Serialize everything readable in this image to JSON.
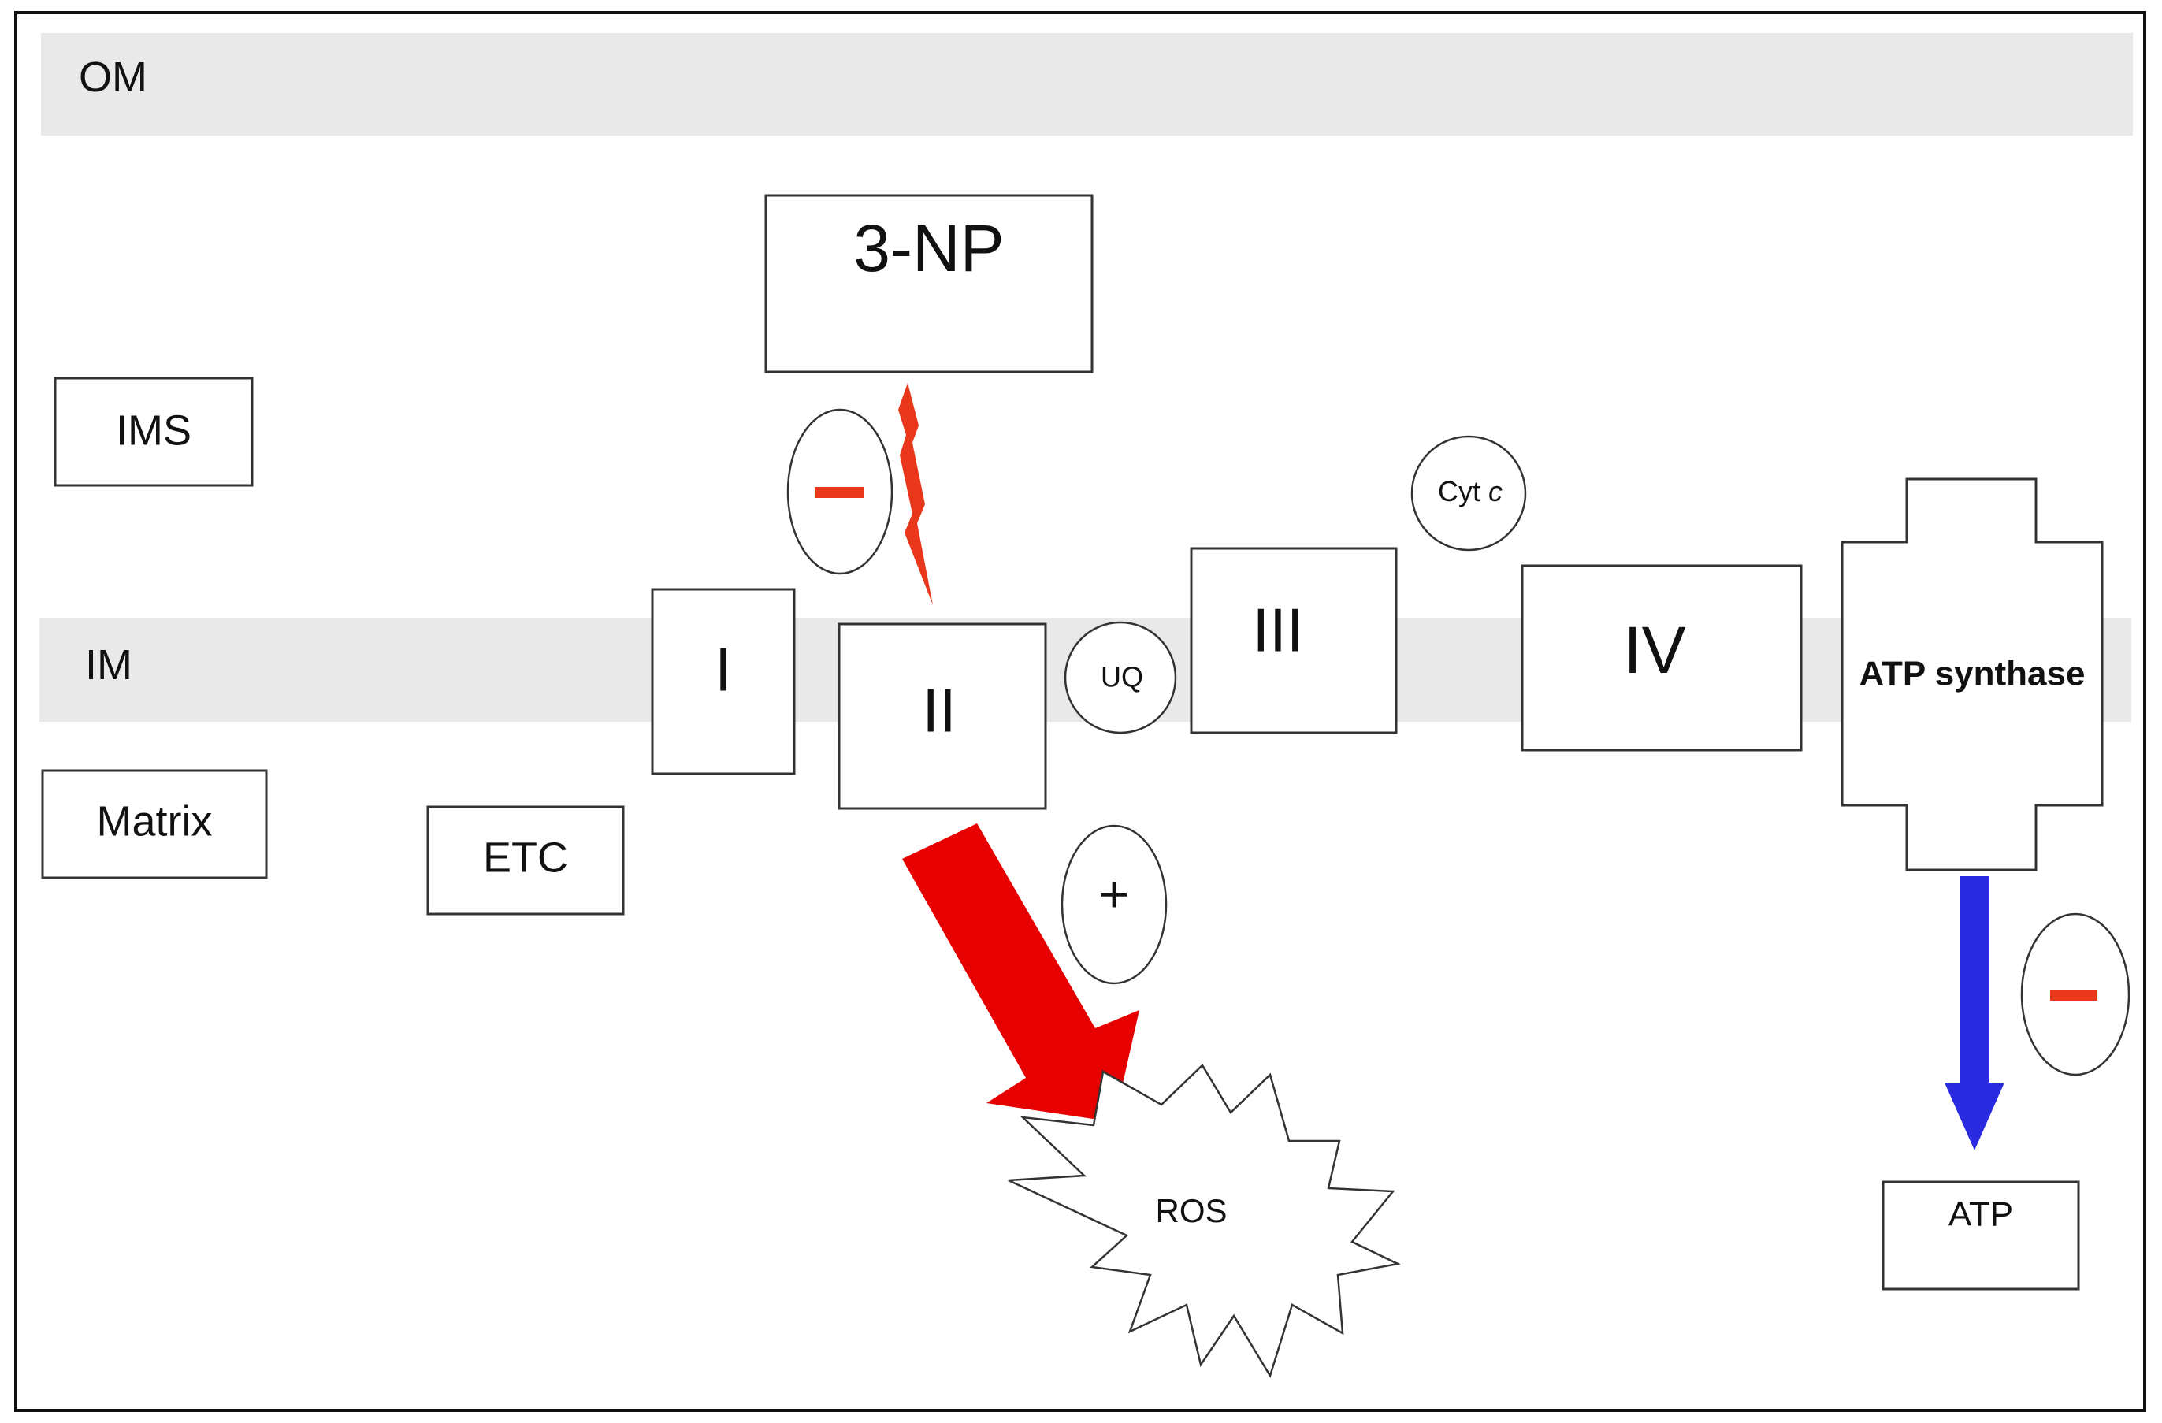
{
  "membranes": {
    "outer": "OM",
    "inner": "IM"
  },
  "regions": {
    "intermembrane_space": "IMS",
    "matrix": "Matrix",
    "chain": "ETC"
  },
  "inhibitor": "3-NP",
  "complexes": {
    "c1": "I",
    "c2": "II",
    "c3": "III",
    "c4": "IV",
    "synthase": "ATP synthase"
  },
  "carriers": {
    "ubiquinone": "UQ",
    "cytochrome_prefix": "Cyt ",
    "cytochrome_suffix": "c"
  },
  "signs": {
    "inhibition": "−",
    "stimulation": "+"
  },
  "products": {
    "ros": "ROS",
    "atp": "ATP"
  },
  "colors": {
    "membrane": "#e9e9e9",
    "inhibition": "#e8371b",
    "ros_arrow": "#e60000",
    "atp_arrow": "#2a2ae0",
    "frame": "#111111"
  }
}
